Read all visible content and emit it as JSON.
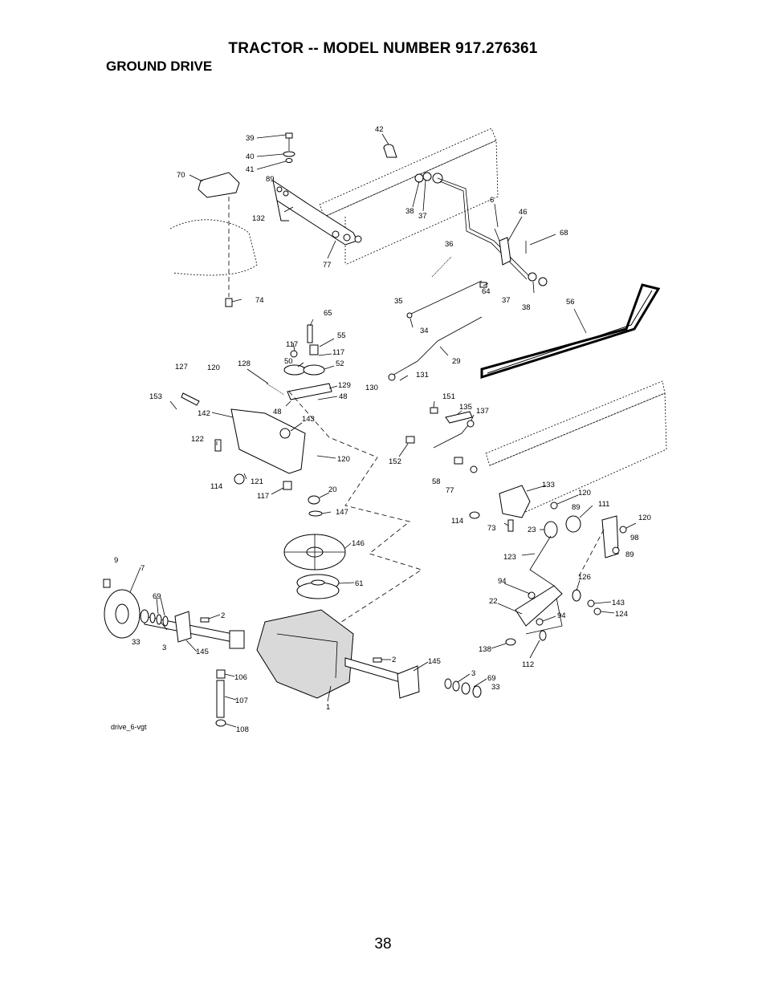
{
  "header": {
    "title": "TRACTOR -- MODEL NUMBER 917.276361",
    "section": "GROUND DRIVE"
  },
  "diagram": {
    "code": "drive_6-vgt",
    "callouts": [
      "39",
      "40",
      "41",
      "42",
      "70",
      "89",
      "132",
      "38",
      "37",
      "77",
      "6",
      "46",
      "68",
      "36",
      "74",
      "65",
      "55",
      "117",
      "117",
      "50",
      "52",
      "128",
      "127",
      "120",
      "129",
      "48",
      "153",
      "48",
      "142",
      "143",
      "122",
      "120",
      "121",
      "114",
      "117",
      "20",
      "147",
      "146",
      "61",
      "35",
      "34",
      "29",
      "64",
      "37",
      "38",
      "56",
      "131",
      "130",
      "151",
      "135",
      "137",
      "152",
      "58",
      "77",
      "133",
      "120",
      "89",
      "111",
      "120",
      "98",
      "89",
      "114",
      "73",
      "23",
      "123",
      "126",
      "94",
      "22",
      "143",
      "124",
      "94",
      "138",
      "112",
      "9",
      "7",
      "69",
      "33",
      "3",
      "2",
      "145",
      "106",
      "107",
      "108",
      "1",
      "2",
      "145",
      "3",
      "69",
      "33"
    ]
  },
  "footer": {
    "page_number": "38"
  }
}
